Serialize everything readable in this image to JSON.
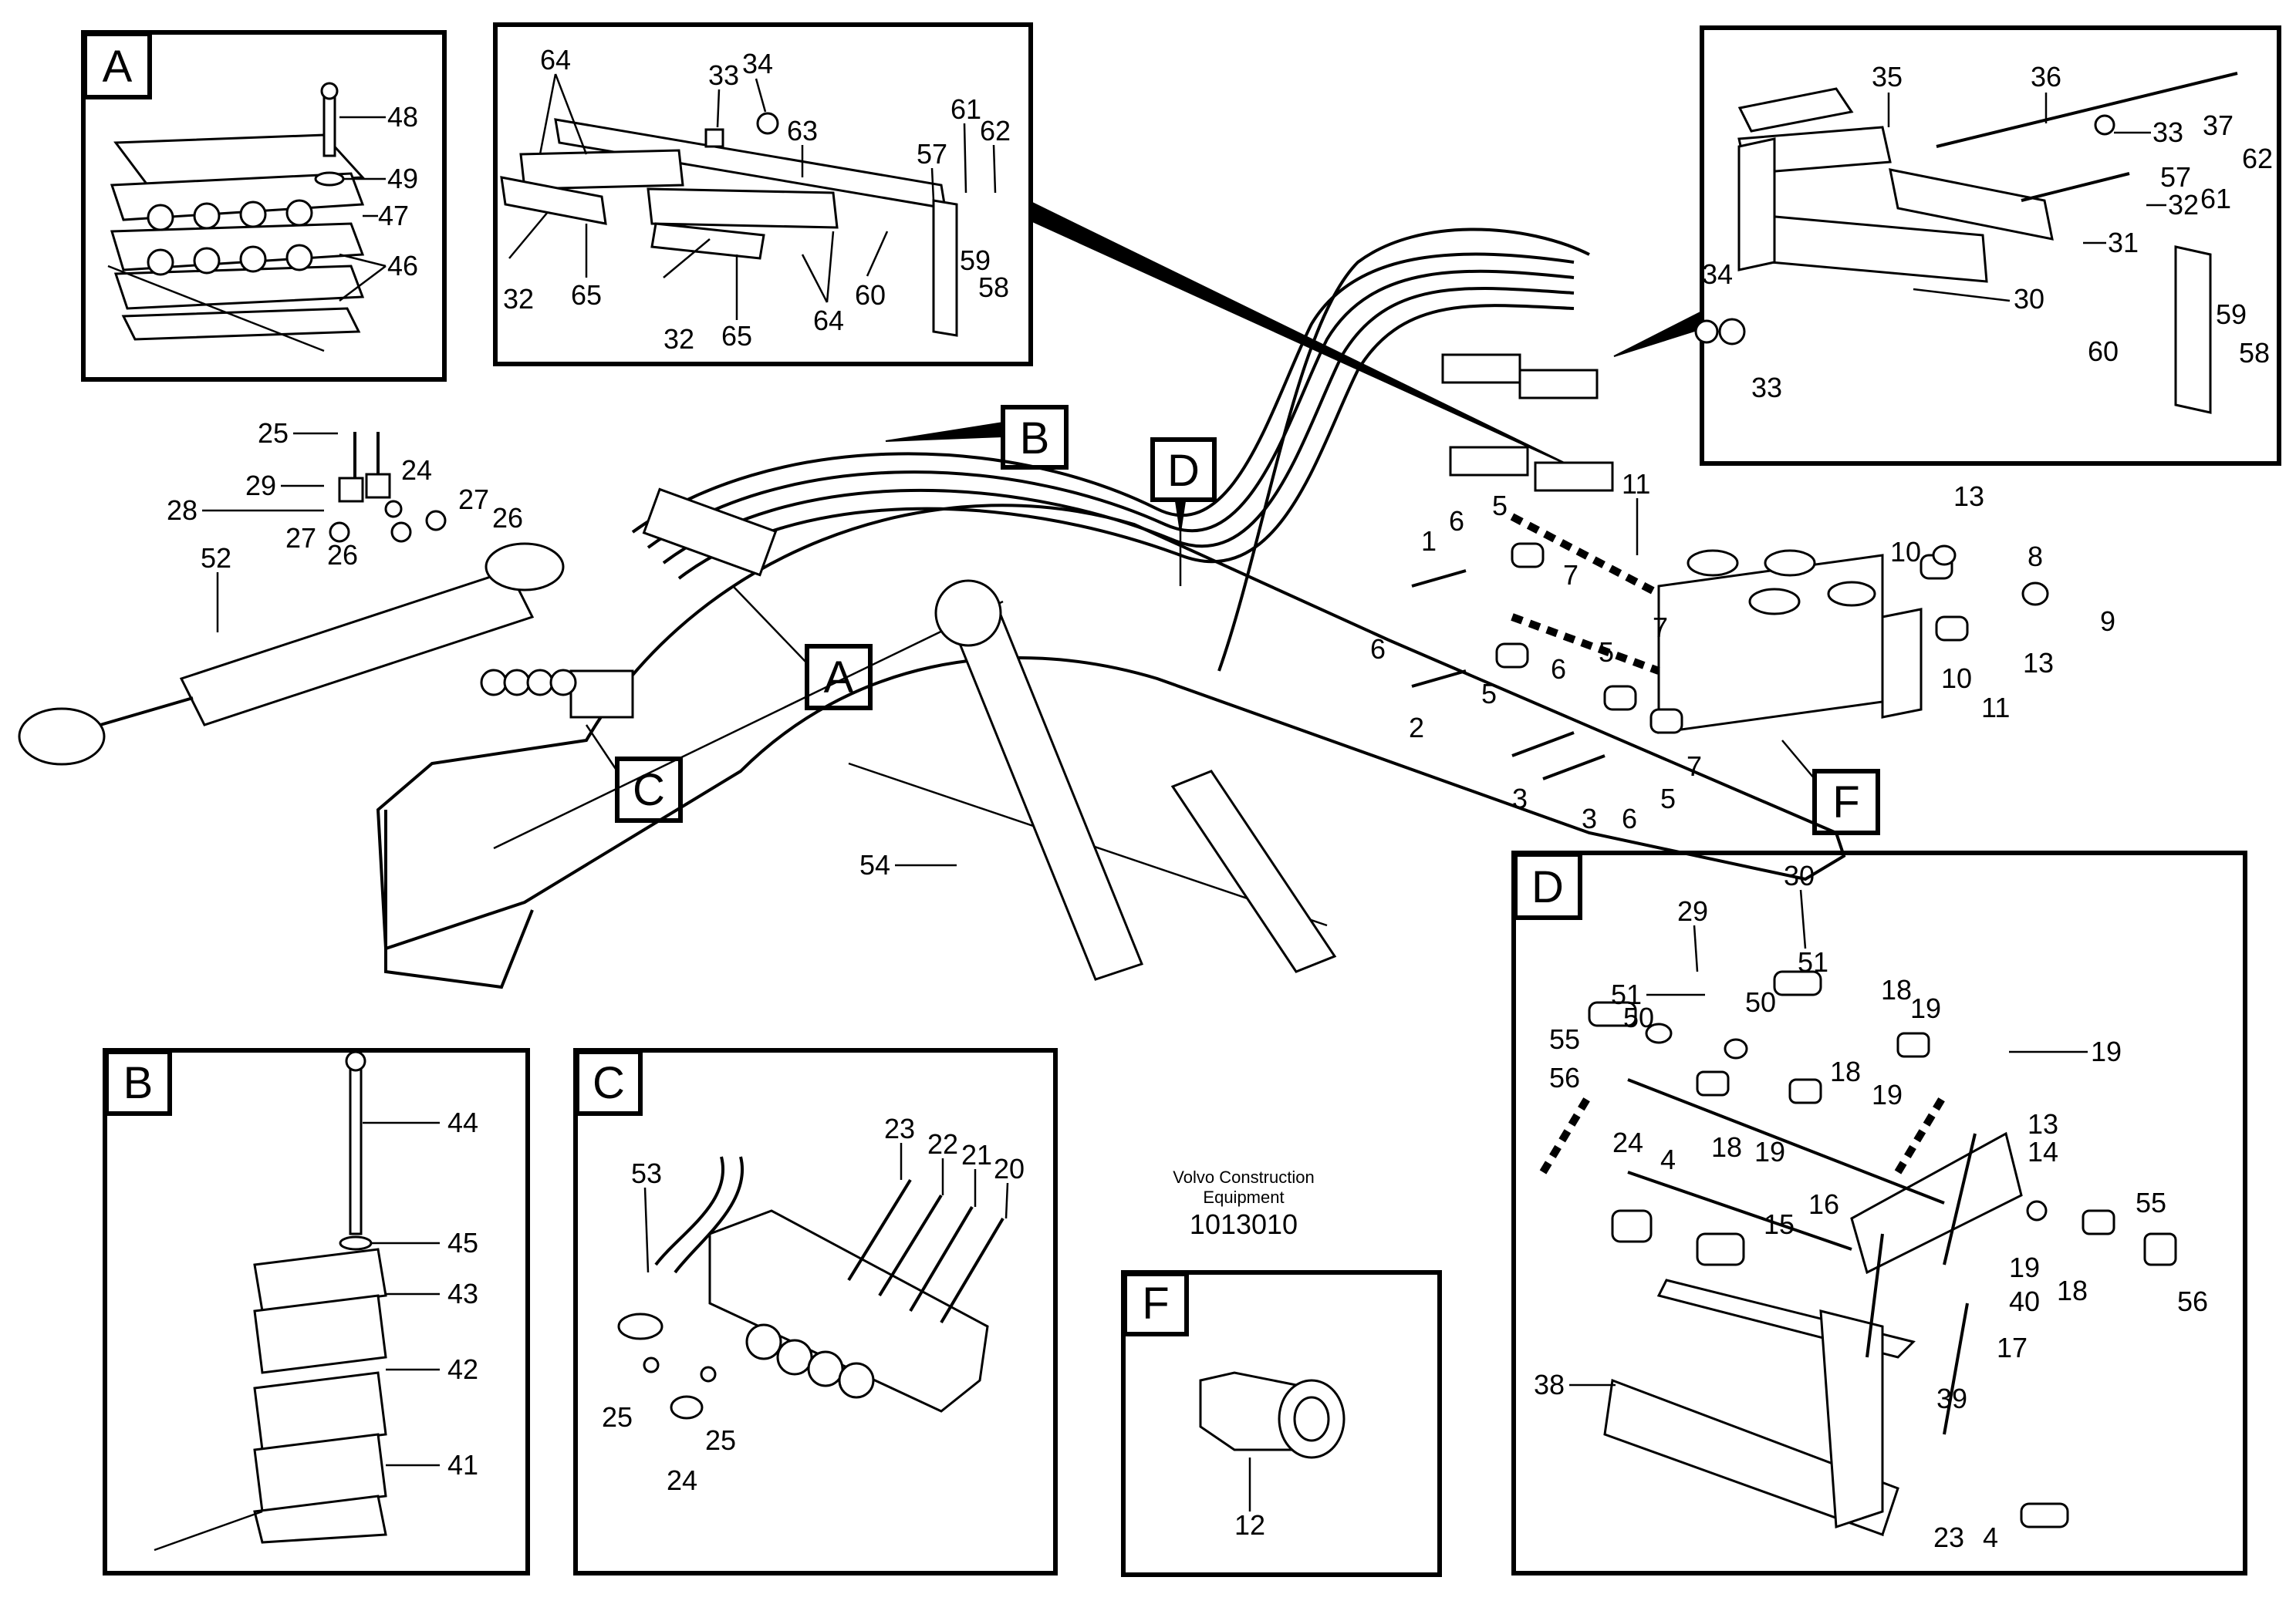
{
  "credit": {
    "line1": "Volvo Construction",
    "line2": "Equipment",
    "number": "1013010"
  },
  "tags": {
    "A_panel": "A",
    "B_panel": "B",
    "C_panel": "C",
    "D_panel": "D",
    "F_panel": "F",
    "A_main": "A",
    "B_main": "B",
    "C_main": "C",
    "D_main": "D",
    "F_main": "F"
  },
  "parts": {
    "p48": "48",
    "p49": "49",
    "p47": "47",
    "p46": "46",
    "p64a": "64",
    "p33a": "33",
    "p34": "34",
    "p63": "63",
    "p57a": "57",
    "p61a": "61",
    "p62a": "62",
    "p32a": "32",
    "p65a": "65",
    "p32b": "32",
    "p65b": "65",
    "p64b": "64",
    "p60a": "60",
    "p59a": "59",
    "p58a": "58",
    "p35": "35",
    "p36": "36",
    "p37": "37",
    "p33b": "33",
    "p32c": "32",
    "p57b": "57",
    "p61b": "61",
    "p62b": "62",
    "p31": "31",
    "p34b": "34",
    "p30": "30",
    "p33c": "33",
    "p60b": "60",
    "p59b": "59",
    "p58b": "58",
    "p25a": "25",
    "p24a": "24",
    "p29a": "29",
    "p28": "28",
    "p27a": "27",
    "p26a": "26",
    "p27b": "27",
    "p26b": "26",
    "p52": "52",
    "p11a": "11",
    "p13a": "13",
    "p5a": "5",
    "p6a": "6",
    "p1": "1",
    "p10a": "10",
    "p8": "8",
    "p7a": "7",
    "p6b": "6",
    "p5b": "5",
    "p9": "9",
    "p10b": "10",
    "p13b": "13",
    "p7b": "7",
    "p5c": "5",
    "p6c": "6",
    "p2": "2",
    "p11b": "11",
    "p7c": "7",
    "p3a": "3",
    "p3b": "3",
    "p6d": "6",
    "p5d": "5",
    "p54": "54",
    "p44": "44",
    "p45": "45",
    "p43": "43",
    "p42": "42",
    "p41": "41",
    "p23a": "23",
    "p22": "22",
    "p21": "21",
    "p20": "20",
    "p53": "53",
    "p25b": "25",
    "p24b": "24",
    "p25c": "25",
    "p12": "12",
    "p29b": "29",
    "p30d": "30",
    "p51a": "51",
    "p51b": "51",
    "p50a": "50",
    "p50b": "50",
    "p18a": "18",
    "p19a": "19",
    "p55a": "55",
    "p56a": "56",
    "p18b": "18",
    "p19b": "19",
    "p18c": "18",
    "p19c": "19",
    "p19d": "19",
    "p24c": "24",
    "p4a": "4",
    "p13c": "13",
    "p14": "14",
    "p16": "16",
    "p15": "15",
    "p55b": "55",
    "p19e": "19",
    "p18d": "18",
    "p56b": "56",
    "p40": "40",
    "p17": "17",
    "p38": "38",
    "p39": "39",
    "p23b": "23",
    "p4b": "4"
  }
}
